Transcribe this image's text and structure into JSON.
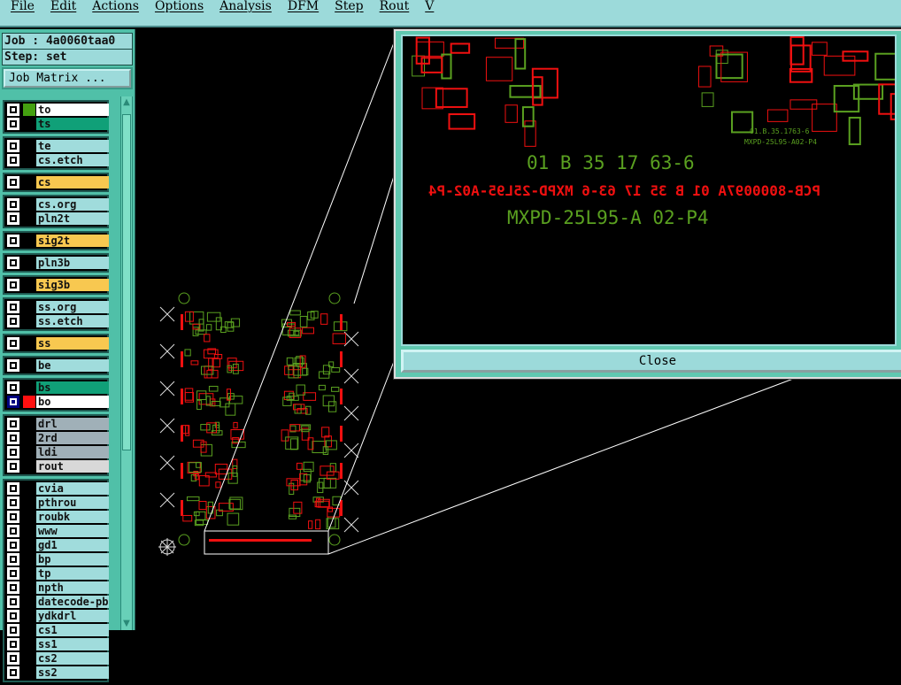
{
  "menu": [
    "File",
    "Edit",
    "Actions",
    "Options",
    "Analysis",
    "DFM",
    "Step",
    "Rout",
    "V"
  ],
  "job": {
    "label": "Job : 4a0060taa0",
    "step": "Step: set",
    "matrix_button": "Job Matrix ..."
  },
  "layer_groups": [
    [
      {
        "name": "to",
        "bg": "#ffffff",
        "swatch": "#44a010"
      },
      {
        "name": "ts",
        "bg": "#10a078"
      }
    ],
    [
      {
        "name": "te",
        "bg": "#a0dcdc"
      },
      {
        "name": "cs.etch",
        "bg": "#a0dcdc"
      }
    ],
    [
      {
        "name": "cs",
        "bg": "#f8c850"
      }
    ],
    [
      {
        "name": "cs.org",
        "bg": "#a0dcdc"
      },
      {
        "name": "pln2t",
        "bg": "#a0dcdc"
      }
    ],
    [
      {
        "name": "sig2t",
        "bg": "#f8c850"
      }
    ],
    [
      {
        "name": "pln3b",
        "bg": "#a0dcdc"
      }
    ],
    [
      {
        "name": "sig3b",
        "bg": "#f8c850"
      }
    ],
    [
      {
        "name": "ss.org",
        "bg": "#a0dcdc"
      },
      {
        "name": "ss.etch",
        "bg": "#a0dcdc"
      }
    ],
    [
      {
        "name": "ss",
        "bg": "#f8c850"
      }
    ],
    [
      {
        "name": "be",
        "bg": "#a0dcdc"
      }
    ],
    [
      {
        "name": "bs",
        "bg": "#10a078"
      },
      {
        "name": "bo",
        "bg": "#ffffff",
        "swatch": "#ff1010",
        "selected": true
      }
    ],
    [
      {
        "name": "drl",
        "bg": "#a0b0b8"
      },
      {
        "name": "2rd",
        "bg": "#a0b0b8"
      },
      {
        "name": "ldi",
        "bg": "#a0b0b8"
      },
      {
        "name": "rout",
        "bg": "#d8d8d8"
      }
    ],
    [
      {
        "name": "cvia",
        "bg": "#a0dcdc"
      },
      {
        "name": "pthrou",
        "bg": "#a0dcdc"
      },
      {
        "name": "roubk",
        "bg": "#a0dcdc"
      },
      {
        "name": "www",
        "bg": "#a0dcdc"
      },
      {
        "name": "gd1",
        "bg": "#a0dcdc"
      },
      {
        "name": "bp",
        "bg": "#a0dcdc"
      },
      {
        "name": "tp",
        "bg": "#a0dcdc"
      },
      {
        "name": "npth",
        "bg": "#a0dcdc"
      },
      {
        "name": "datecode-pbc",
        "bg": "#a0dcdc"
      },
      {
        "name": "ydkdrl",
        "bg": "#a0dcdc"
      },
      {
        "name": "cs1",
        "bg": "#a0dcdc"
      },
      {
        "name": "ss1",
        "bg": "#a0dcdc"
      },
      {
        "name": "cs2",
        "bg": "#a0dcdc"
      },
      {
        "name": "ss2",
        "bg": "#a0dcdc"
      }
    ]
  ],
  "popup": {
    "text_green_1": "01 B  35 17 63-6",
    "text_green_2": "MXPD-25L95-A 02-P4",
    "text_red": "PCB-8000097A 01 B 35 17 63-6  MXPD-25L95-A02-P4",
    "small_text_1": "01.B.35.1763-6",
    "small_text_2": "MXPD-25L95-A02-P4",
    "close_label": "Close"
  },
  "colors": {
    "green": "#5aa020",
    "red": "#f01010",
    "bg": "#000000"
  }
}
